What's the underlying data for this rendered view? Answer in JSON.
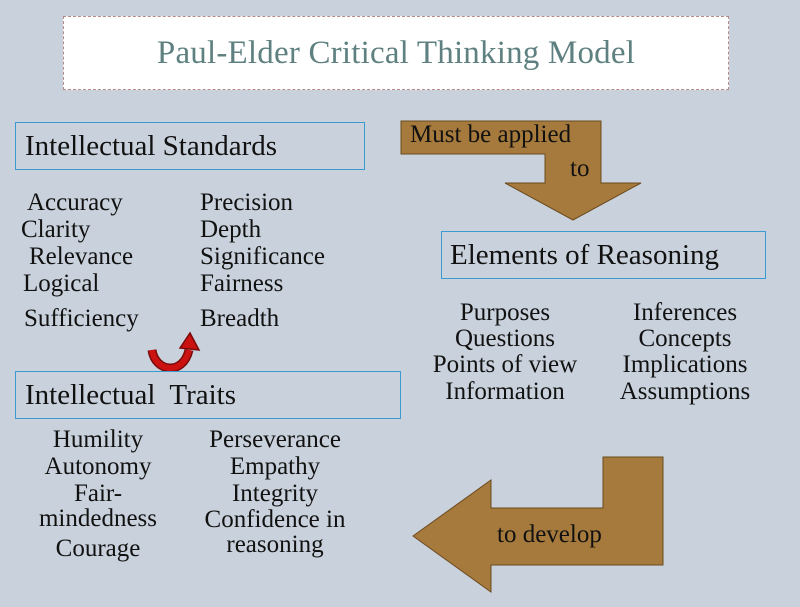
{
  "title": "Paul-Elder Critical Thinking Model",
  "standards": {
    "heading": "Intellectual Standards",
    "col1": [
      "Accuracy",
      "Clarity",
      "Relevance",
      "Logical",
      "Sufficiency"
    ],
    "col2": [
      "Precision",
      "Depth",
      "Significance",
      "Fairness",
      "Breadth"
    ]
  },
  "elements": {
    "heading": "Elements of Reasoning",
    "col1": [
      "Purposes",
      "Questions",
      "Points of view",
      "Information"
    ],
    "col2": [
      "Inferences",
      "Concepts",
      "Implications",
      "Assumptions"
    ]
  },
  "traits": {
    "heading": "Intellectual  Traits",
    "col1": [
      "Humility",
      "Autonomy",
      "Fair-",
      "mindedness",
      "Courage"
    ],
    "col2": [
      "Perseverance",
      "Empathy",
      "Integrity",
      "Confidence in",
      "reasoning"
    ]
  },
  "arrows": {
    "applied_line1": "Must be applied",
    "applied_line2": "to",
    "develop": "to develop"
  },
  "colors": {
    "arrow_fill": "#a67a3c",
    "curved_arrow": "#cc1111",
    "box_border": "#3b9ad0",
    "title_text": "#5f8080",
    "background": "#c9d2dc"
  }
}
